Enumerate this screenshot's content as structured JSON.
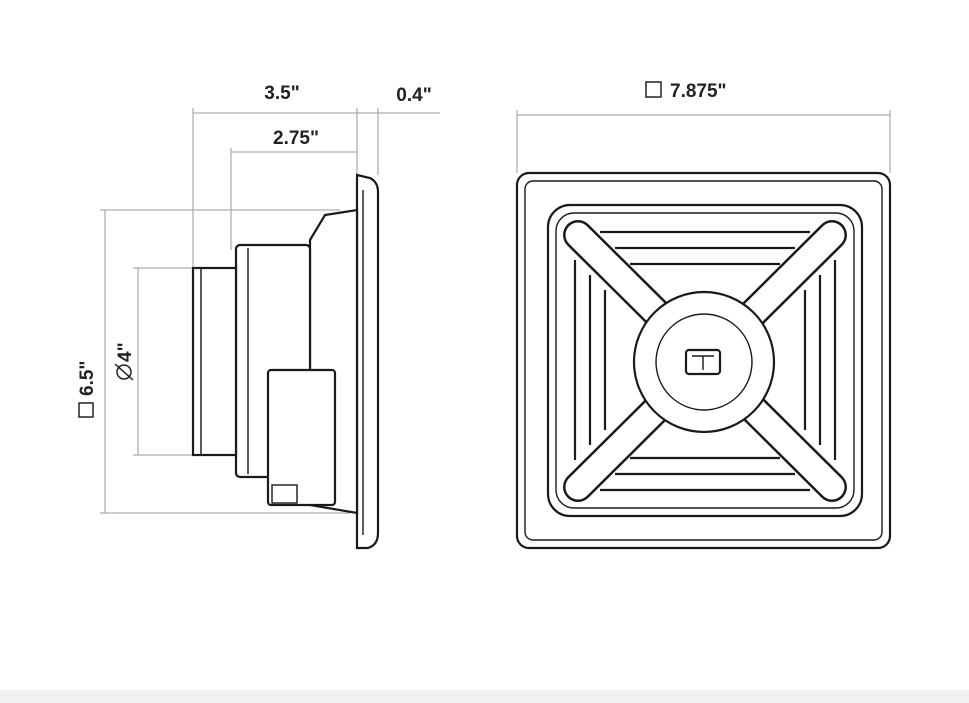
{
  "side_view": {
    "depth_total": "3.5\"",
    "flange_thickness": "0.4\"",
    "mount_depth": "2.75\"",
    "flange_size": "6.5\"",
    "magnet_diameter": "4\""
  },
  "front_view": {
    "outer_size": "7.875\""
  },
  "symbols": {
    "square": "square-symbol",
    "diameter": "diameter-symbol"
  }
}
